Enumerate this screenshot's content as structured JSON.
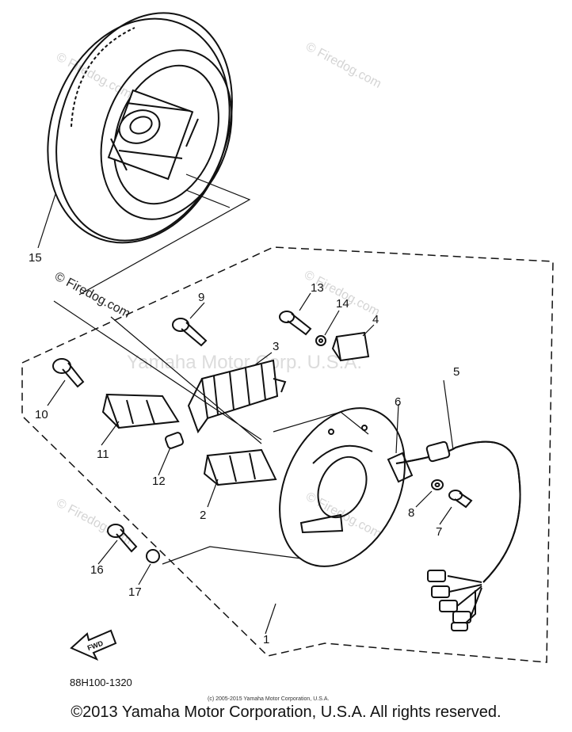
{
  "watermarks": {
    "site": "© Firedog.com",
    "center": "Yamaha Motor Corp. U.S.A."
  },
  "part_labels": [
    "1",
    "2",
    "3",
    "4",
    "5",
    "6",
    "7",
    "8",
    "9",
    "10",
    "11",
    "12",
    "13",
    "14",
    "15",
    "16",
    "17"
  ],
  "fwd_label": "FWD",
  "diagram_code": "88H100-1320",
  "small_copyright": "(c) 2005-2015 Yamaha Motor Corporation, U.S.A.",
  "footer_copyright": "©2013 Yamaha Motor Corporation, U.S.A. All rights reserved."
}
